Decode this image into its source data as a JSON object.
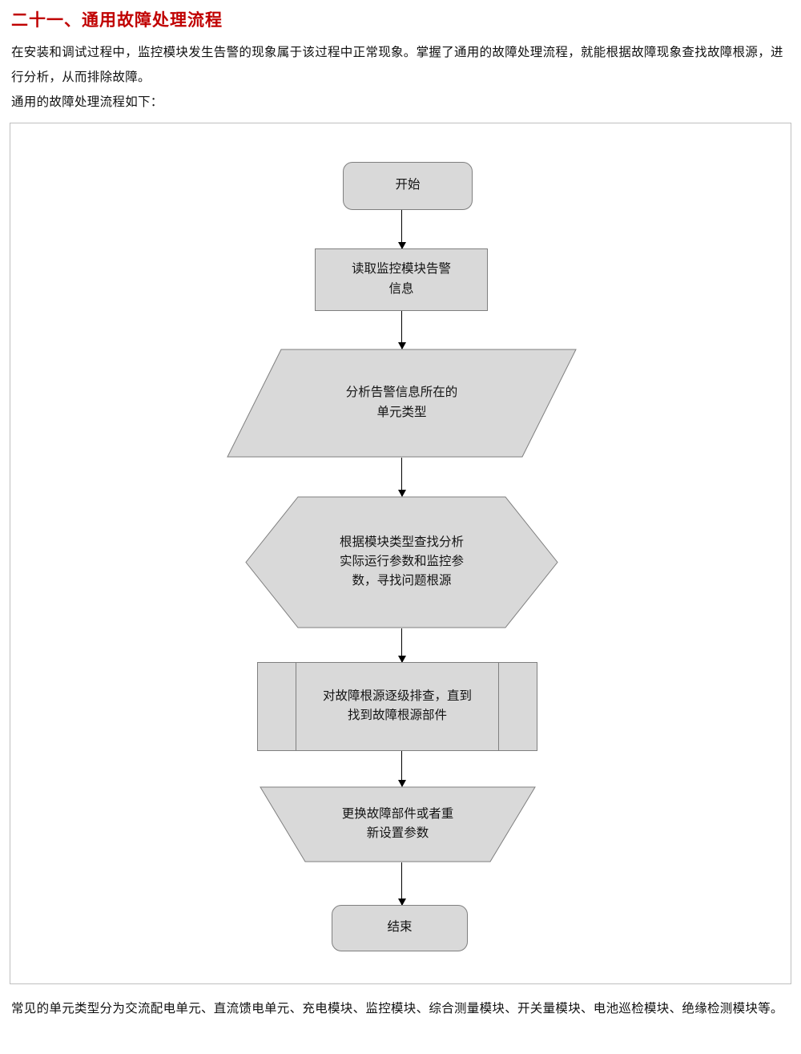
{
  "section": {
    "heading": "二十一、通用故障处理流程",
    "intro_paragraph_1": "在安装和调试过程中，监控模块发生告警的现象属于该过程中正常现象。掌握了通用的故障处理流程，就能根据故障现象查找故障根源，进行分析，从而排除故障。",
    "intro_paragraph_2": "通用的故障处理流程如下：",
    "outro_paragraph": "常见的单元类型分为交流配电单元、直流馈电单元、充电模块、监控模块、综合测量模块、开关量模块、电池巡检模块、绝缘检测模块等。"
  },
  "flowchart": {
    "type": "flowchart",
    "orientation": "vertical",
    "fill_color": "#d9d9d9",
    "stroke_color": "#7f7f7f",
    "border_color": "#bfbfbf",
    "nodes": [
      {
        "id": "start",
        "shape": "stadium",
        "label": "开始"
      },
      {
        "id": "read-alarm",
        "shape": "rectangle",
        "label": "读取监控模块告警\n信息"
      },
      {
        "id": "analyze-unit",
        "shape": "parallelogram",
        "label": "分析告警信息所在的\n单元类型"
      },
      {
        "id": "find-root",
        "shape": "hexagon",
        "label": "根据模块类型查找分析\n实际运行参数和监控参\n数，寻找问题根源"
      },
      {
        "id": "troubleshoot",
        "shape": "predefined-process",
        "label": "对故障根源逐级排查，直到\n找到故障根源部件"
      },
      {
        "id": "replace-part",
        "shape": "trapezoid",
        "label": "更换故障部件或者重\n新设置参数"
      },
      {
        "id": "end",
        "shape": "stadium",
        "label": "结束"
      }
    ],
    "edges": [
      {
        "from": "start",
        "to": "read-alarm"
      },
      {
        "from": "read-alarm",
        "to": "analyze-unit"
      },
      {
        "from": "analyze-unit",
        "to": "find-root"
      },
      {
        "from": "find-root",
        "to": "troubleshoot"
      },
      {
        "from": "troubleshoot",
        "to": "replace-part"
      },
      {
        "from": "replace-part",
        "to": "end"
      }
    ]
  }
}
